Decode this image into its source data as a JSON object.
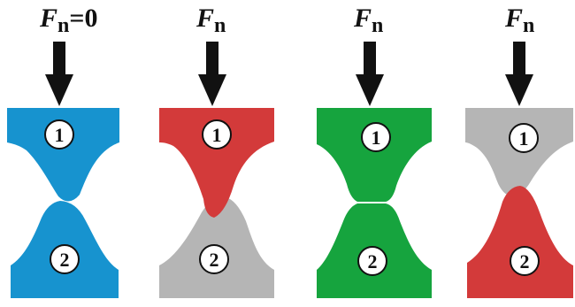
{
  "panels": [
    {
      "force": {
        "symbol": "F",
        "subscript": "n",
        "suffix": "=0"
      },
      "top_body": {
        "number": "1",
        "color": "#1793cf"
      },
      "bottom_body": {
        "number": "2",
        "color": "#1793cf"
      }
    },
    {
      "force": {
        "symbol": "F",
        "subscript": "n",
        "suffix": ""
      },
      "top_body": {
        "number": "1",
        "color": "#d33a3a"
      },
      "bottom_body": {
        "number": "2",
        "color": "#b5b5b5"
      }
    },
    {
      "force": {
        "symbol": "F",
        "subscript": "n",
        "suffix": ""
      },
      "top_body": {
        "number": "1",
        "color": "#16a43e"
      },
      "bottom_body": {
        "number": "2",
        "color": "#16a43e"
      }
    },
    {
      "force": {
        "symbol": "F",
        "subscript": "n",
        "suffix": ""
      },
      "top_body": {
        "number": "1",
        "color": "#b5b5b5"
      },
      "bottom_body": {
        "number": "2",
        "color": "#d33a3a"
      }
    }
  ]
}
